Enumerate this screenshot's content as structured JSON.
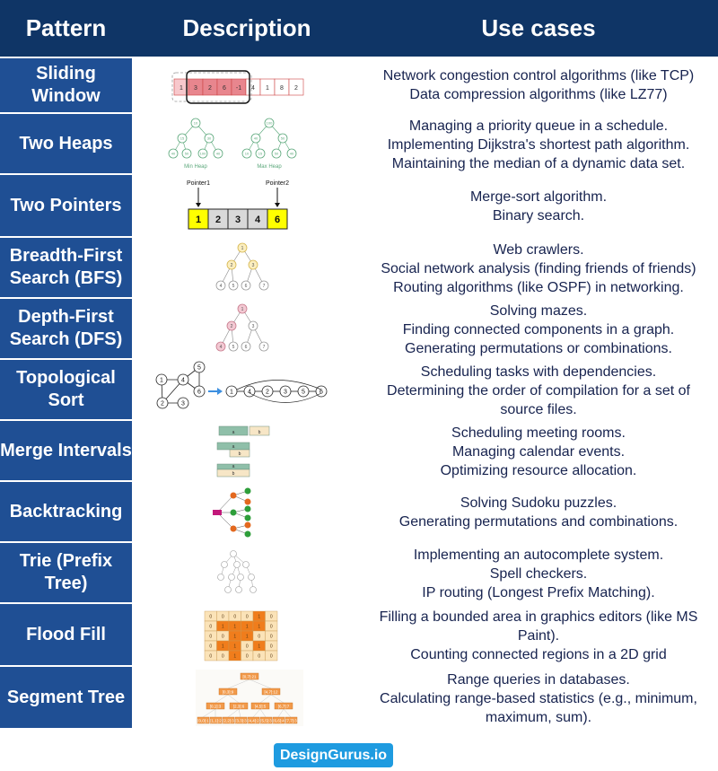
{
  "header": {
    "pattern": "Pattern",
    "description": "Description",
    "use_cases": "Use cases"
  },
  "rows": [
    {
      "pattern": "Sliding Window",
      "uses": [
        "Network congestion control algorithms (like TCP)",
        "Data compression algorithms (like LZ77)"
      ]
    },
    {
      "pattern": "Two Heaps",
      "uses": [
        "Managing a priority queue in a schedule.",
        "Implementing Dijkstra's shortest path algorithm.",
        "Maintaining the median of a dynamic data set."
      ]
    },
    {
      "pattern": "Two Pointers",
      "uses": [
        "Merge-sort algorithm.",
        "Binary search."
      ]
    },
    {
      "pattern": "Breadth-First Search (BFS)",
      "uses": [
        "Web crawlers.",
        "Social network analysis (finding friends of friends)",
        "Routing algorithms (like OSPF) in networking."
      ]
    },
    {
      "pattern": "Depth-First Search (DFS)",
      "uses": [
        "Solving mazes.",
        "Finding connected components in a graph.",
        "Generating permutations or combinations."
      ]
    },
    {
      "pattern": "Topological Sort",
      "uses": [
        "Scheduling tasks with dependencies.",
        "Determining the order of compilation for a set of",
        "source files."
      ]
    },
    {
      "pattern": "Merge Intervals",
      "uses": [
        "Scheduling meeting rooms.",
        "Managing calendar events.",
        "Optimizing resource allocation."
      ]
    },
    {
      "pattern": "Backtracking",
      "uses": [
        "Solving Sudoku puzzles.",
        "Generating permutations and combinations."
      ]
    },
    {
      "pattern": "Trie (Prefix Tree)",
      "uses": [
        "Implementing an autocomplete system.",
        "Spell checkers.",
        "IP routing (Longest Prefix Matching)."
      ]
    },
    {
      "pattern": "Flood Fill",
      "uses": [
        "Filling a bounded area in graphics editors (like MS",
        "Paint).",
        "Counting connected regions in a 2D grid"
      ]
    },
    {
      "pattern": "Segment Tree",
      "uses": [
        "Range queries in databases.",
        "Calculating range-based statistics (e.g., minimum,",
        "maximum, sum)."
      ]
    }
  ],
  "illustrations": {
    "sliding_window": {
      "cells": [
        "1",
        "3",
        "2",
        "6",
        "-1",
        "4",
        "1",
        "8",
        "2"
      ]
    },
    "two_heaps": {
      "min_heap_label": "Min Heap",
      "max_heap_label": "Max Heap",
      "min_nodes": [
        "10",
        "15",
        "30",
        "40",
        "50",
        "100",
        "40"
      ],
      "max_nodes": [
        "100",
        "40",
        "50",
        "10",
        "15",
        "50",
        "40"
      ]
    },
    "two_pointers": {
      "pointer1": "Pointer1",
      "pointer2": "Pointer2",
      "cells": [
        "1",
        "2",
        "3",
        "4",
        "6"
      ]
    },
    "bfs": {
      "nodes": [
        "1",
        "2",
        "3",
        "4",
        "5",
        "6",
        "7"
      ]
    },
    "dfs": {
      "nodes": [
        "1",
        "2",
        "3",
        "4",
        "5",
        "6",
        "7"
      ]
    },
    "topo": {
      "graph_nodes": [
        "1",
        "2",
        "3",
        "4",
        "5",
        "6"
      ],
      "order_nodes": [
        "1",
        "4",
        "2",
        "3",
        "5",
        "6"
      ]
    },
    "merge_intervals": {
      "labels": [
        "a",
        "b",
        "a",
        "b",
        "a",
        "b"
      ]
    },
    "flood_fill": {
      "grid": [
        [
          "0",
          "0",
          "0",
          "0",
          "1",
          "0"
        ],
        [
          "0",
          "1",
          "1",
          "1",
          "1",
          "0"
        ],
        [
          "0",
          "0",
          "1",
          "1",
          "0",
          "0"
        ],
        [
          "0",
          "1",
          "1",
          "0",
          "1",
          "0"
        ],
        [
          "0",
          "0",
          "1",
          "0",
          "0",
          "0"
        ]
      ]
    },
    "segment_tree": {
      "root": "[0,7]:21",
      "level1": [
        "[0,3]:9",
        "[4,7]:12"
      ],
      "level2": [
        "[0,1]:3",
        "[2,3]:6",
        "[4,5]:5",
        "[6,7]:7"
      ],
      "leaves": [
        "[0,0]:1",
        "[1,1]:2",
        "[2,2]:3",
        "[3,3]:3",
        "[4,4]:2",
        "[5,5]:3",
        "[6,6]:4",
        "[7,7]:3"
      ]
    }
  },
  "colors": {
    "header_bg": "#0f3566",
    "pattern_bg": "#1f4f94",
    "use_text": "#17234f",
    "brand_bg": "#1e9be0",
    "window_pink": "#f7c8cc",
    "window_red": "#e8868e",
    "pointer_yellow": "#ffff00",
    "interval_green": "#8fbfa9",
    "interval_beige": "#f7e6c6",
    "flood_orange": "#f07d1c",
    "flood_cream": "#fbe3b8"
  },
  "brand": "DesignGurus.io"
}
